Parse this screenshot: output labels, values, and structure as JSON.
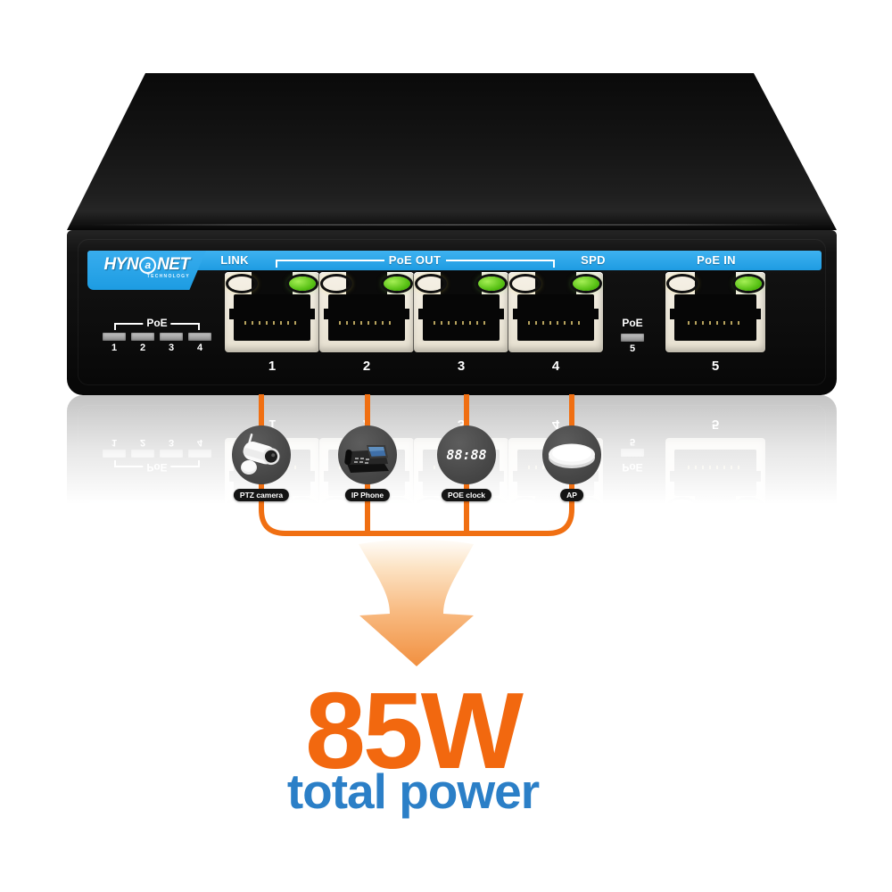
{
  "brand": {
    "prefix": "HYN",
    "at": "a",
    "suffix": "NET",
    "tagline": "TECHNOLOGY"
  },
  "panel": {
    "link_label": "LINK",
    "poe_out_label": "PoE OUT",
    "spd_label": "SPD",
    "poe_in_label": "PoE IN",
    "poe_group_label": "PoE",
    "poe_led_numbers": [
      "1",
      "2",
      "3",
      "4"
    ],
    "poe5": {
      "label": "PoE",
      "num": "5"
    },
    "ports": [
      "1",
      "2",
      "3",
      "4",
      "5"
    ]
  },
  "devices": [
    {
      "label": "PTZ camera",
      "icon": "ptz-camera-icon"
    },
    {
      "label": "IP Phone",
      "icon": "ip-phone-icon"
    },
    {
      "label": "POE clock",
      "icon": "poe-clock-icon",
      "display": "88:88"
    },
    {
      "label": "AP",
      "icon": "ap-icon"
    }
  ],
  "power": {
    "value": "85W",
    "caption": "total power"
  },
  "colors": {
    "stripe_blue": "#25A5EA",
    "line_orange": "#F06F12",
    "value_orange": "#F2680F",
    "caption_blue": "#2B7FC7",
    "led_yellow": "#D9B607",
    "led_green": "#53BE11"
  }
}
